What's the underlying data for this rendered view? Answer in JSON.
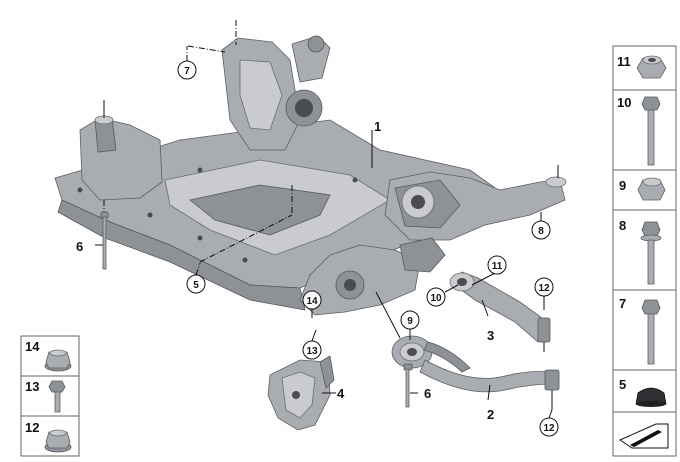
{
  "main_labels": {
    "subframe": "1",
    "lower_arm": "2",
    "tension_strut": "3",
    "bracket": "4",
    "bolt_left": "6",
    "bolt_bottom": "6"
  },
  "circled_callouts": {
    "c5": "5",
    "c7": "7",
    "c8": "8",
    "c9": "9",
    "c10": "10",
    "c11": "11",
    "c12_top": "12",
    "c12_bottom": "12",
    "c13": "13",
    "c14": "14"
  },
  "right_panel": [
    "11",
    "10",
    "9",
    "8",
    "7",
    "5"
  ],
  "left_panel": [
    "14",
    "13",
    "12"
  ],
  "icons": {
    "right_panel": [
      "hex-nut-icon",
      "long-bolt-icon",
      "nut-icon",
      "flange-bolt-icon",
      "bolt-icon",
      "rubber-buffer-icon",
      "arrow-icon"
    ],
    "left_panel": [
      "collar-nut-icon",
      "short-bolt-icon",
      "collar-nut-icon"
    ]
  }
}
